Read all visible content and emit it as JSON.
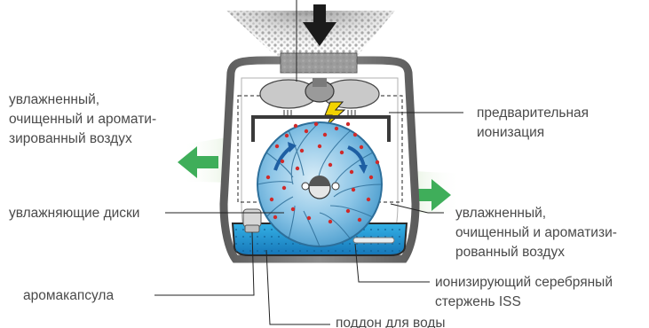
{
  "labels": {
    "left_top_line1": "увлажненный,",
    "left_top_line2": "очищенный и аромати-",
    "left_top_line3": "зированный воздух",
    "right_top_line1": "предварительная",
    "right_top_line2": "ионизация",
    "discs": "увлажняющие диски",
    "right_mid_line1": "увлажненный,",
    "right_mid_line2": "очищенный и ароматизи-",
    "right_mid_line3": "рованный воздух",
    "ion_rod_line1": "ионизирующий серебряный",
    "ion_rod_line2": "стержень ISS",
    "aromacapsule": "аромакапсула",
    "water_tray": "поддон для воды"
  },
  "colors": {
    "label_text": "#4a4a4a",
    "leader_line": "#222222",
    "green_arrow": "#3fae5a",
    "green_flow": "#cfe8c4",
    "water": "#1f9ed8",
    "drum": "#6fb7e0",
    "housing": "#6a6a6a",
    "ion_dots": "#d02a2a",
    "spark": "#f2d300"
  },
  "icons": {
    "intake_arrow": "down-arrow-icon",
    "outlet_arrows": "right-left-arrow-icon",
    "spark": "lightning-icon"
  }
}
